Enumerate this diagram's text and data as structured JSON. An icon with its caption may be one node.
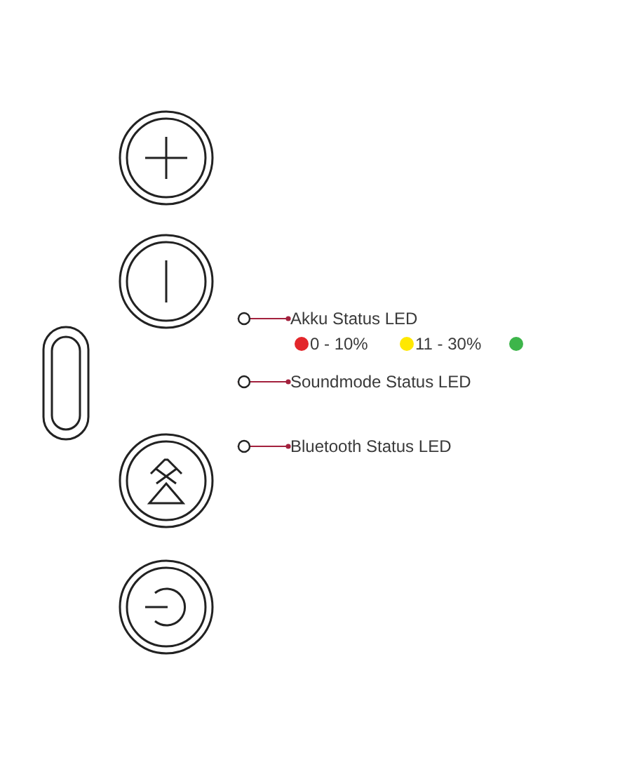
{
  "diagram": {
    "nodes": [
      {
        "text": [],
        "shape": "circle"
      },
      {
        "text": [
          "Akku Status LED"
        ]
      },
      {
        "text": [],
        "shape": "circle"
      },
      {
        "text": [
          "Soundmode Status LED"
        ]
      },
      {
        "text": [],
        "shape": "circle"
      },
      {
        "text": [
          "Bluetooth Status LED"
        ]
      }
    ],
    "edges": [
      {
        "from": 1,
        "to": 0,
        "arrow": "other"
      },
      {
        "from": 3,
        "to": 2,
        "arrow": "other"
      },
      {
        "from": 5,
        "to": 4,
        "arrow": "other"
      }
    ],
    "legend": [
      {
        "text": "0 - 10%",
        "color": "#e3262b"
      },
      {
        "text": "11 - 30%",
        "color": "#ffe800"
      }
    ]
  }
}
